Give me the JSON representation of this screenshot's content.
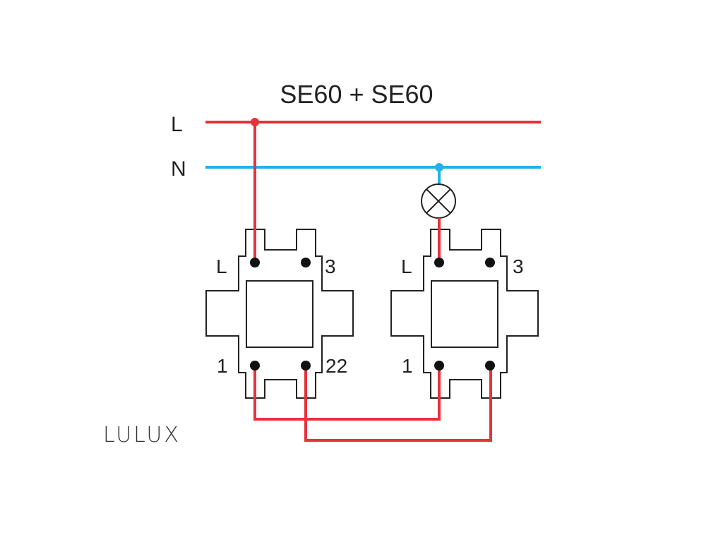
{
  "title": "SE60 + SE60",
  "bus": {
    "live_label": "L",
    "neutral_label": "N"
  },
  "switches": [
    {
      "name": "left",
      "terminals": {
        "top_left": "L",
        "top_right": "3",
        "bottom_left": "1",
        "bottom_right": "22"
      }
    },
    {
      "name": "right",
      "terminals": {
        "top_left": "L",
        "top_right": "3",
        "bottom_left": "1",
        "bottom_right": ""
      }
    }
  ],
  "brand": "LULUX",
  "colors": {
    "live": "#e5333b",
    "neutral": "#1fb3e6",
    "outline": "#222222"
  },
  "icons": {
    "lamp": "lamp-icon"
  }
}
